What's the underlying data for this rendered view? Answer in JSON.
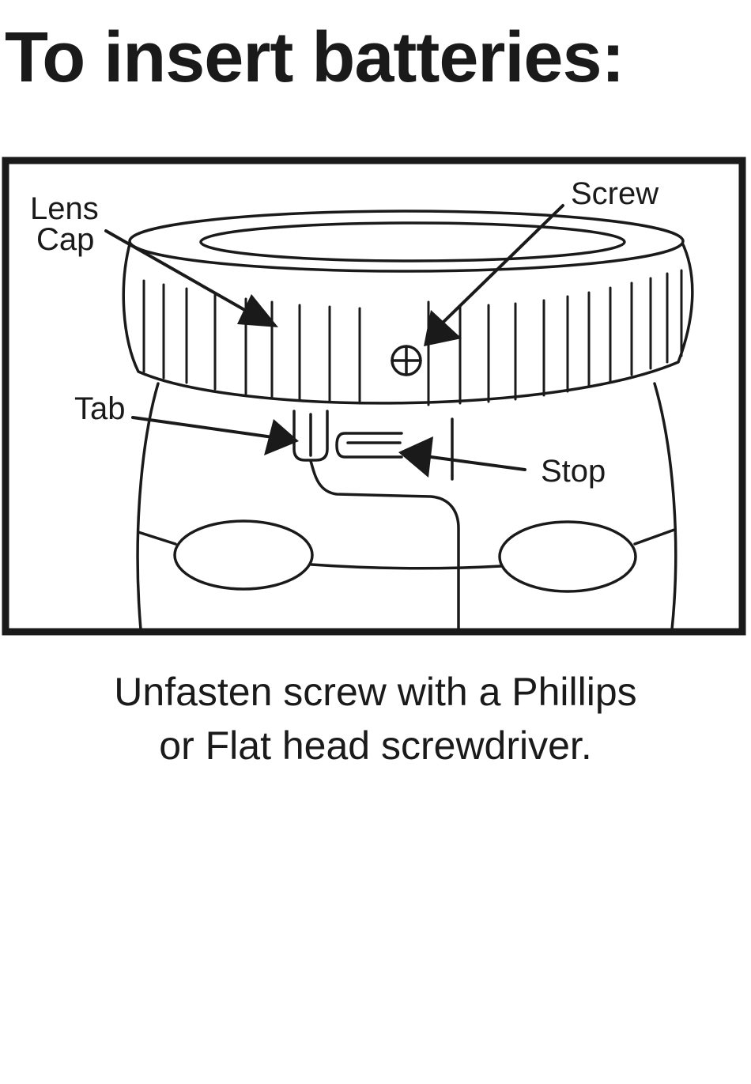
{
  "title": "To insert batteries:",
  "labels": {
    "lens_cap_line1": "Lens",
    "lens_cap_line2": "Cap",
    "screw": "Screw",
    "tab": "Tab",
    "stop": "Stop"
  },
  "caption": {
    "line1": "Unfasten screw with a Phillips",
    "line2": "or Flat head screwdriver."
  },
  "colors": {
    "ink": "#1a1a1a",
    "background": "#ffffff"
  }
}
